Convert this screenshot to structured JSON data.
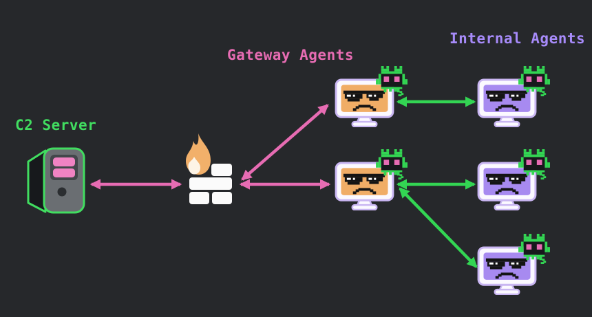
{
  "labels": {
    "c2_server": "C2 Server",
    "gateway_agents": "Gateway Agents",
    "internal_agents": "Internal Agents"
  },
  "colors": {
    "background": "#26282b",
    "pink": "#e76cb3",
    "green": "#33d553",
    "green_text": "#41dd60",
    "purple": "#a78bfa",
    "orange_screen": "#f0ad66",
    "purple_screen": "#a78af0",
    "monitor_frame": "#fbf9ff",
    "monitor_border": "#c9b6f2",
    "brick_white": "#fbfbfb",
    "flame_orange": "#f2b06a"
  },
  "nodes": [
    {
      "id": "c2-server",
      "label": "C2 Server",
      "icon": "server-icon",
      "accent": "green"
    },
    {
      "id": "firewall",
      "label": "",
      "icon": "firewall-icon",
      "accent": "orange"
    },
    {
      "id": "gateway-agent-1",
      "group": "Gateway Agents",
      "icon": "monitor-sunglasses-icon",
      "badge": "bug-icon",
      "screen": "orange"
    },
    {
      "id": "gateway-agent-2",
      "group": "Gateway Agents",
      "icon": "monitor-sunglasses-icon",
      "badge": "bug-icon",
      "screen": "orange"
    },
    {
      "id": "internal-agent-1",
      "group": "Internal Agents",
      "icon": "monitor-sunglasses-icon",
      "badge": "bug-icon",
      "screen": "purple"
    },
    {
      "id": "internal-agent-2",
      "group": "Internal Agents",
      "icon": "monitor-sunglasses-icon",
      "badge": "bug-icon",
      "screen": "purple"
    },
    {
      "id": "internal-agent-3",
      "group": "Internal Agents",
      "icon": "monitor-sunglasses-icon",
      "badge": "bug-icon",
      "screen": "purple"
    }
  ],
  "edges": [
    {
      "from": "c2-server",
      "to": "firewall",
      "color": "pink",
      "bidirectional": true
    },
    {
      "from": "firewall",
      "to": "gateway-agent-1",
      "color": "pink",
      "bidirectional": true
    },
    {
      "from": "firewall",
      "to": "gateway-agent-2",
      "color": "pink",
      "bidirectional": true
    },
    {
      "from": "gateway-agent-1",
      "to": "internal-agent-1",
      "color": "green",
      "bidirectional": true
    },
    {
      "from": "gateway-agent-2",
      "to": "internal-agent-2",
      "color": "green",
      "bidirectional": true
    },
    {
      "from": "gateway-agent-2",
      "to": "internal-agent-3",
      "color": "green",
      "bidirectional": true
    }
  ]
}
